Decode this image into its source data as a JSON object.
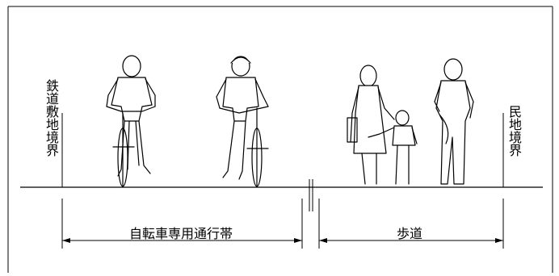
{
  "labels": {
    "left_boundary": "鉄道敷地境界",
    "right_boundary": "民地境界",
    "bike_zone": "自転車専用通行帯",
    "sidewalk": "歩道"
  },
  "figures": {
    "cyclists": [
      "cyclist-standing-back",
      "cyclist-standing-front"
    ],
    "pedestrians": [
      "woman-with-child",
      "child",
      "man-walking"
    ]
  }
}
